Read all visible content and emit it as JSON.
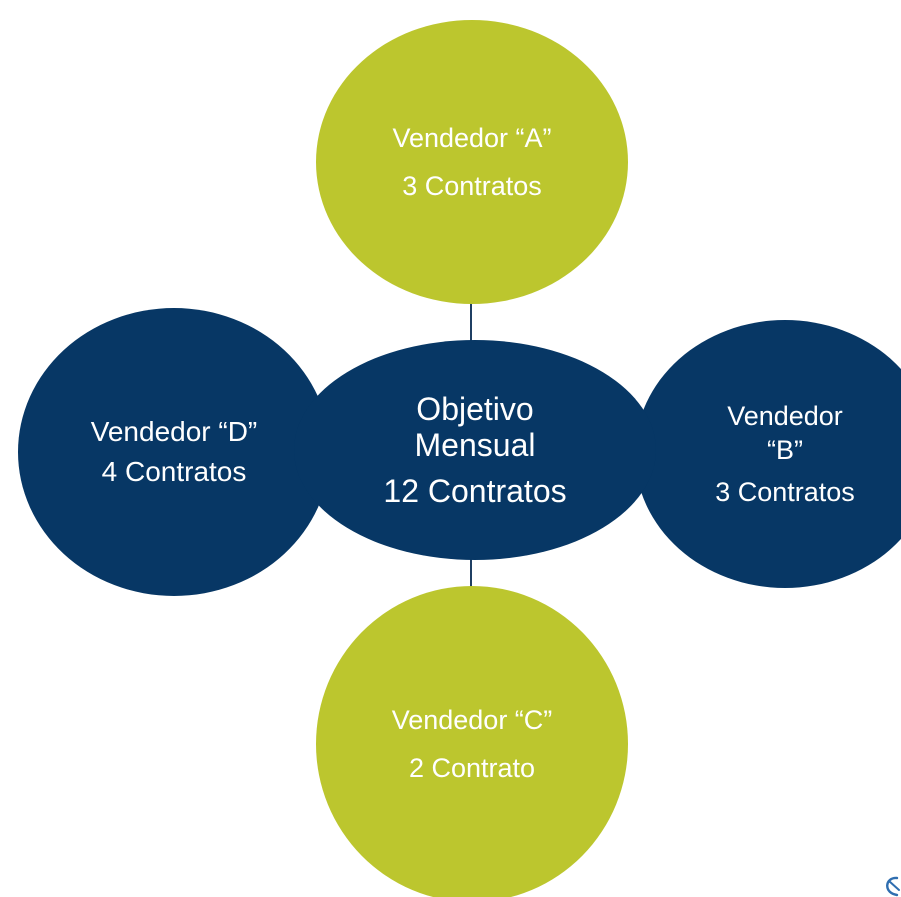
{
  "diagram": {
    "center": {
      "line1": "Objetivo",
      "line2": "Mensual",
      "line3": "12 Contratos"
    },
    "top": {
      "line1": "Vendedor “A”",
      "line2": "3 Contratos"
    },
    "right": {
      "line1": "Vendedor",
      "line2": "“B”",
      "line3": "3 Contratos"
    },
    "bottom": {
      "line1": "Vendedor  “C”",
      "line2": "2 Contrato"
    },
    "left": {
      "line1": "Vendedor “D”",
      "line2": "4 Contratos"
    },
    "colors": {
      "green": "#bcc62e",
      "navy": "#073765",
      "connector": "#1f3f63"
    },
    "corner_icon": "logo-mark-icon"
  }
}
